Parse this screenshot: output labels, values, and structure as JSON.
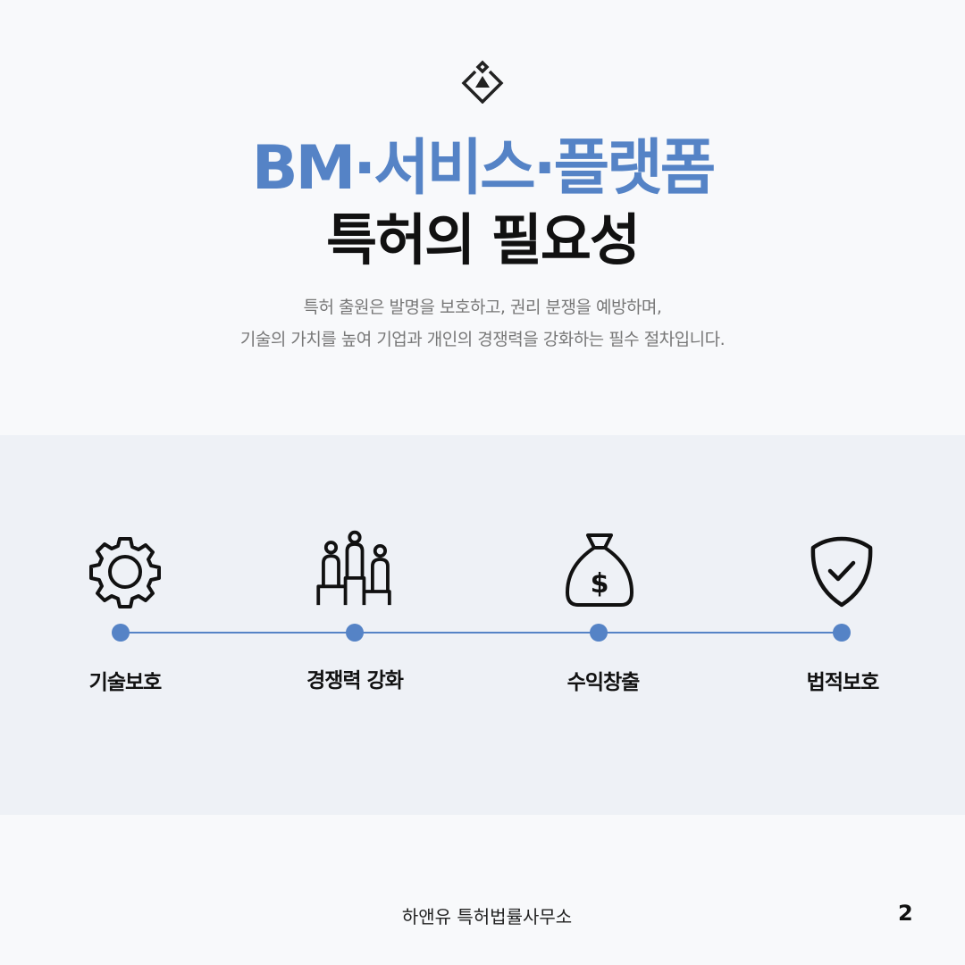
{
  "header": {
    "title_line1": "BM·서비스·플랫폼",
    "title_line2": "특허의 필요성",
    "subtitle_line1": "특허 출원은 발명을 보호하고, 권리 분쟁을 예방하며,",
    "subtitle_line2": "기술의 가치를 높여 기업과 개인의 경쟁력을 강화하는 필수 절차입니다."
  },
  "steps": [
    {
      "label": "기술보호",
      "icon": "gear-icon"
    },
    {
      "label": "경쟁력 강화",
      "icon": "podium-icon"
    },
    {
      "label": "수익창출",
      "icon": "money-bag-icon"
    },
    {
      "label": "법적보호",
      "icon": "shield-check-icon"
    }
  ],
  "footer": {
    "company": "하앤유 특허법률사무소",
    "page_number": "2"
  },
  "colors": {
    "accent": "#5583c6",
    "band": "#eef1f6"
  }
}
